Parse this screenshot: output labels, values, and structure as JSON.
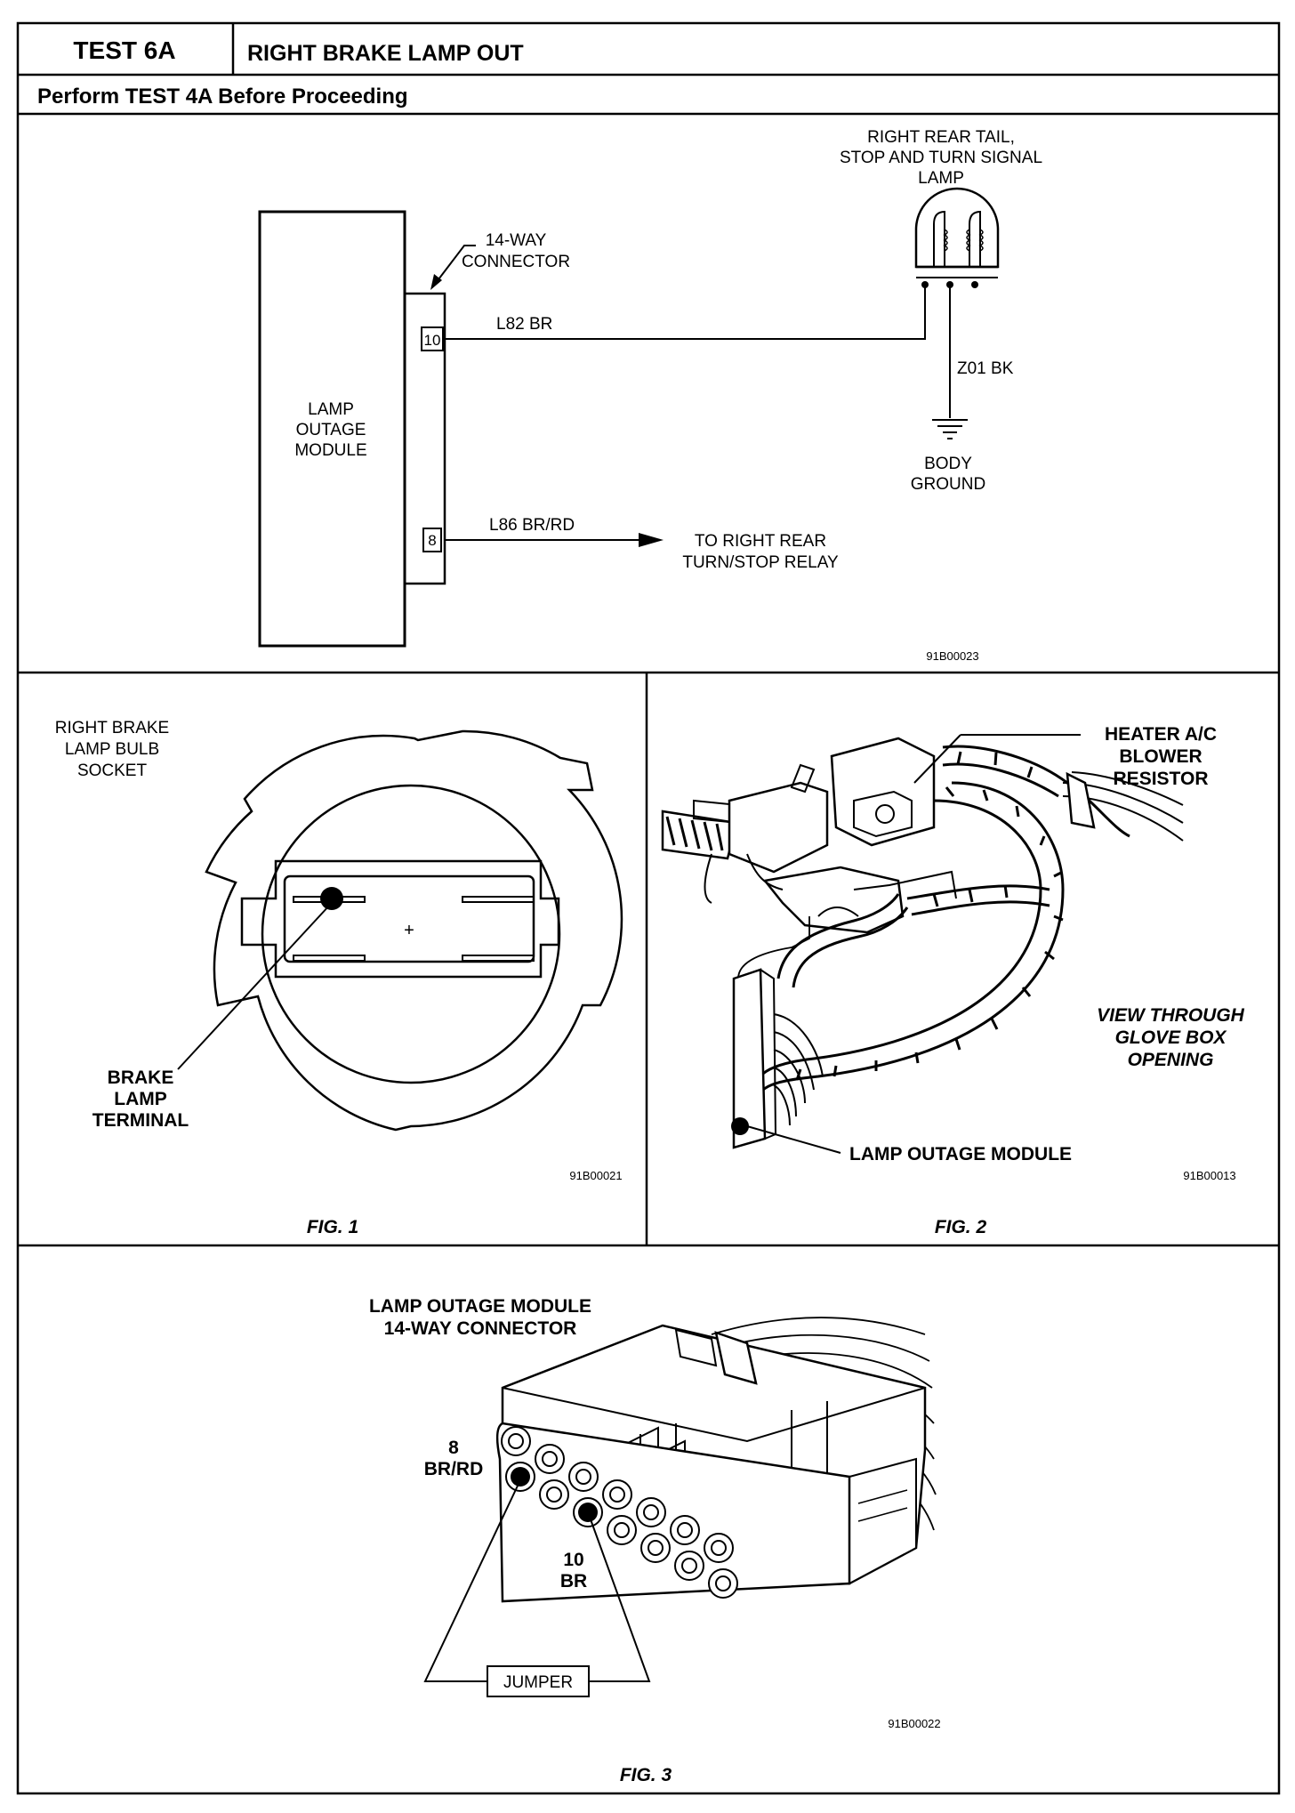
{
  "header": {
    "test_id": "TEST 6A",
    "title": "RIGHT BRAKE LAMP OUT",
    "subtitle": "Perform TEST 4A Before Proceeding"
  },
  "schematic": {
    "lamp_label": [
      "RIGHT REAR TAIL,",
      "STOP AND TURN SIGNAL",
      "LAMP"
    ],
    "connector_label": [
      "14-WAY",
      "CONNECTOR"
    ],
    "module_label": [
      "LAMP",
      "OUTAGE",
      "MODULE"
    ],
    "pin_top": "10",
    "pin_bottom": "8",
    "wire_top": "L82  BR",
    "wire_ground": "Z01  BK",
    "ground_label": [
      "BODY",
      "GROUND"
    ],
    "wire_bottom": "L86  BR/RD",
    "relay_label": [
      "TO RIGHT REAR",
      "TURN/STOP RELAY"
    ],
    "code": "91B00023"
  },
  "fig1": {
    "label": [
      "RIGHT BRAKE",
      "LAMP BULB",
      "SOCKET"
    ],
    "plus": "+",
    "callout": [
      "BRAKE",
      "LAMP",
      "TERMINAL"
    ],
    "code": "91B00021",
    "caption": "FIG. 1"
  },
  "fig2": {
    "heater_label": [
      "HEATER A/C",
      "BLOWER",
      "RESISTOR"
    ],
    "view_label": [
      "VIEW THROUGH",
      "GLOVE BOX",
      "OPENING"
    ],
    "module_label": "LAMP OUTAGE MODULE",
    "code": "91B00013",
    "caption": "FIG. 2"
  },
  "fig3": {
    "title": [
      "LAMP OUTAGE MODULE",
      "14-WAY CONNECTOR"
    ],
    "pin8_label": [
      "8",
      "BR/RD"
    ],
    "pin10_label": [
      "10",
      "BR"
    ],
    "jumper": "JUMPER",
    "code": "91B00022",
    "caption": "FIG. 3"
  }
}
